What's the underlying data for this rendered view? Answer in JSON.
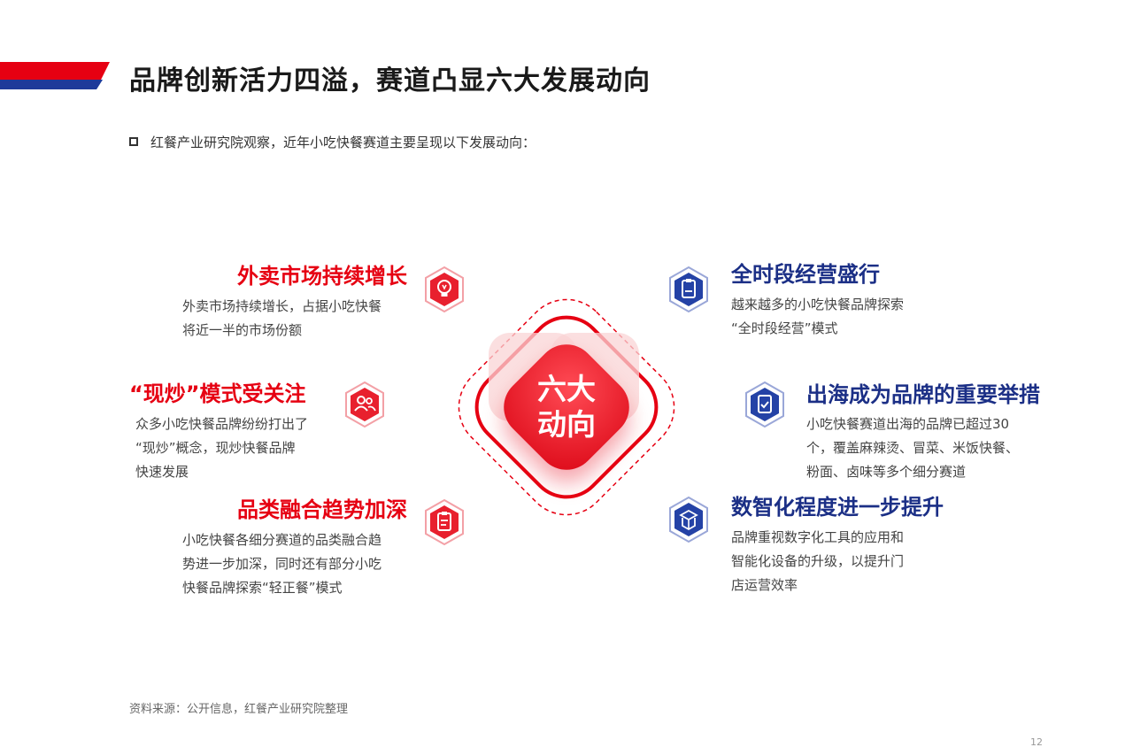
{
  "title": "品牌创新活力四溢，赛道凸显六大发展动向",
  "intro": "红餐产业研究院观察，近年小吃快餐赛道主要呈现以下发展动向：",
  "center": {
    "line1": "六大",
    "line2": "动向"
  },
  "items": [
    {
      "heading": "外卖市场持续增长",
      "lines": [
        "外卖市场持续增长，占据小吃快餐",
        "将近一半的市场份额"
      ],
      "icon": "lightbulb-icon",
      "color": "#e60012"
    },
    {
      "heading": "“现炒”模式受关注",
      "lines": [
        "众多小吃快餐品牌纷纷打出了",
        "“现炒”概念，现炒快餐品牌",
        "快速发展"
      ],
      "icon": "users-icon",
      "color": "#e60012"
    },
    {
      "heading": "品类融合趋势加深",
      "lines": [
        "小吃快餐各细分赛道的品类融合趋",
        "势进一步加深，同时还有部分小吃",
        "快餐品牌探索“轻正餐”模式"
      ],
      "icon": "document-icon",
      "color": "#e60012"
    },
    {
      "heading": "全时段经营盛行",
      "lines": [
        "越来越多的小吃快餐品牌探索",
        "“全时段经营”模式"
      ],
      "icon": "clipboard-icon",
      "color": "#1b2f86"
    },
    {
      "heading": "出海成为品牌的重要举措",
      "lines": [
        "小吃快餐赛道出海的品牌已超过30",
        "个，覆盖麻辣烫、冒菜、米饭快餐、",
        "粉面、卤味等多个细分赛道"
      ],
      "icon": "badge-check-icon",
      "color": "#1b2f86"
    },
    {
      "heading": "数智化程度进一步提升",
      "lines": [
        "品牌重视数字化工具的应用和",
        "智能化设备的升级，以提升门",
        "店运营效率"
      ],
      "icon": "box-icon",
      "color": "#1b2f86"
    }
  ],
  "source": "资料来源：公开信息，红餐产业研究院整理",
  "page_number": "12"
}
